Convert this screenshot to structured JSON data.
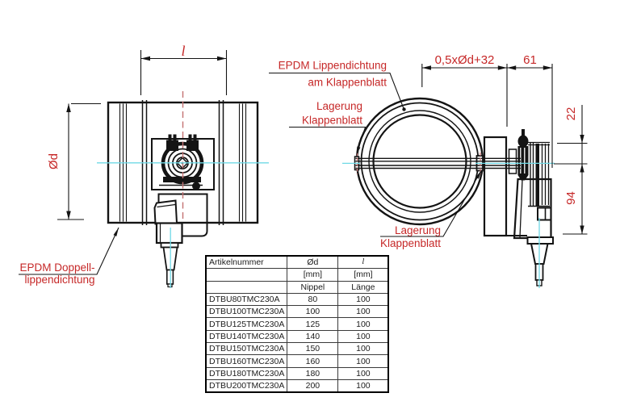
{
  "colors": {
    "annotation_red": "#c62828",
    "centerline_red": "#c47272",
    "centerline_cyan": "#6fd9e6",
    "line_black": "#141414"
  },
  "drawing": {
    "front_view": {
      "dim_length_label": "l",
      "dim_diameter_label": "Ød",
      "double_lip_seal_label_line1": "EPDM Doppell-",
      "double_lip_seal_label_line2": "lippendichtung"
    },
    "side_view": {
      "dim_blade_label": "0,5xØd+32",
      "dim_offset_label": "61",
      "dim_top_height_label": "22",
      "dim_bottom_height_label": "94",
      "lip_seal_label_line1": "EPDM Lippendichtung",
      "lip_seal_label_line2": "am Klappenblatt",
      "bearing_label_top_line1": "Lagerung",
      "bearing_label_top_line2": "Klappenblatt",
      "bearing_label_bottom_line1": "Lagerung",
      "bearing_label_bottom_line2": "Klappenblatt"
    }
  },
  "table": {
    "col1_header": "Artikelnummer",
    "col2_header": "Ød",
    "col3_header": "l",
    "col2_unit": "[mm]",
    "col3_unit": "[mm]",
    "col2_sub": "Nippel",
    "col3_sub": "Länge",
    "rows": [
      {
        "article": "DTBU80TMC230A",
        "diameter": "80",
        "length": "100"
      },
      {
        "article": "DTBU100TMC230A",
        "diameter": "100",
        "length": "100"
      },
      {
        "article": "DTBU125TMC230A",
        "diameter": "125",
        "length": "100"
      },
      {
        "article": "DTBU140TMC230A",
        "diameter": "140",
        "length": "100"
      },
      {
        "article": "DTBU150TMC230A",
        "diameter": "150",
        "length": "100"
      },
      {
        "article": "DTBU160TMC230A",
        "diameter": "160",
        "length": "100"
      },
      {
        "article": "DTBU180TMC230A",
        "diameter": "180",
        "length": "100"
      },
      {
        "article": "DTBU200TMC230A",
        "diameter": "200",
        "length": "100"
      }
    ]
  }
}
